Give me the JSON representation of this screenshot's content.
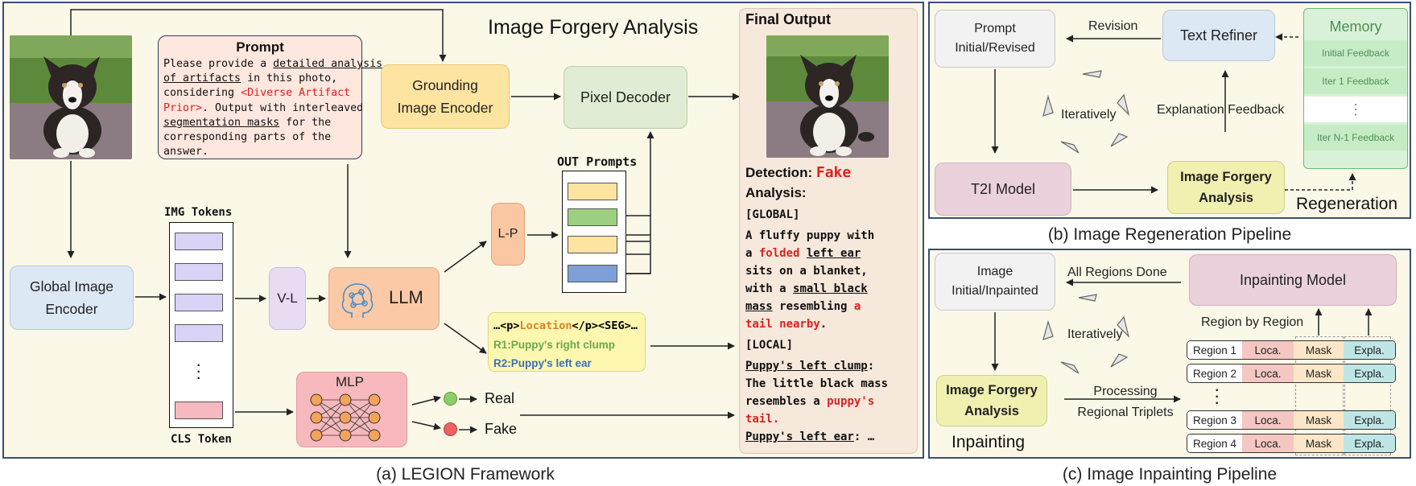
{
  "panel_a": {
    "title": "Image Forgery Analysis",
    "caption": "(a) LEGION Framework",
    "prompt": {
      "heading": "Prompt",
      "lines": [
        [
          {
            "t": "Please provide a "
          },
          {
            "t": "detailed analysis",
            "u": true
          }
        ],
        [
          {
            "t": "of artifacts",
            "u": true
          },
          {
            "t": " in this photo,"
          }
        ],
        [
          {
            "t": "considering "
          },
          {
            "t": "<Diverse Artifact",
            "c": "red"
          }
        ],
        [
          {
            "t": "Prior>",
            "c": "red"
          },
          {
            "t": ". Output with interleaved"
          }
        ],
        [
          {
            "t": "segmentation masks",
            "u": true
          },
          {
            "t": " for the"
          }
        ],
        [
          {
            "t": "corresponding parts of the"
          }
        ],
        [
          {
            "t": "answer."
          }
        ]
      ]
    },
    "grounding_encoder": "Grounding\nImage Encoder",
    "pixel_decoder": "Pixel Decoder",
    "global_encoder": "Global Image\nEncoder",
    "img_tokens_label": "IMG Tokens",
    "cls_token_label": "CLS Token",
    "vl": "V-L",
    "llm": "LLM",
    "lp": "L-P",
    "out_prompts_label": "OUT Prompts",
    "seg_text": {
      "line1_a": "…<p>",
      "line1_b": "Location",
      "line1_c": "</p><SEG>…",
      "r1_label": "R1:",
      "r1_text": "Puppy's right clump",
      "r2_label": "R2:",
      "r2_text": "Puppy's left ear"
    },
    "mlp": "MLP",
    "real": "Real",
    "fake": "Fake",
    "final_output": {
      "title": "Final Output",
      "detection_label": "Detection:",
      "detection_value": "Fake",
      "analysis_label": "Analysis:",
      "global_tag": "[GLOBAL]",
      "global_lines": [
        [
          {
            "t": "A fluffy puppy with"
          }
        ],
        [
          {
            "t": "a "
          },
          {
            "t": "folded",
            "c": "red"
          },
          {
            "t": " "
          },
          {
            "t": "left ear",
            "u": true
          }
        ],
        [
          {
            "t": "sits on a blanket,"
          }
        ],
        [
          {
            "t": "with a "
          },
          {
            "t": "small black",
            "u": true
          }
        ],
        [
          {
            "t": "mass",
            "u": true
          },
          {
            "t": " resembling "
          },
          {
            "t": "a",
            "c": "red"
          }
        ],
        [
          {
            "t": "tail nearby",
            "c": "red"
          },
          {
            "t": "."
          }
        ]
      ],
      "local_tag": "[LOCAL]",
      "local_lines": [
        [
          {
            "t": "Puppy's left clump",
            "u": true
          },
          {
            "t": ":"
          }
        ],
        [
          {
            "t": "The little black mass"
          }
        ],
        [
          {
            "t": "resembles a "
          },
          {
            "t": "puppy's",
            "c": "red"
          }
        ],
        [
          {
            "t": "tail.",
            "c": "red"
          }
        ],
        [
          {
            "t": "Puppy's left ear",
            "u": true
          },
          {
            "t": ": …"
          }
        ]
      ]
    },
    "colors": {
      "bg": "#fcf8e8",
      "border": "#3a4f73",
      "red": "#e02020",
      "green": "#6aa84f",
      "blue": "#3d6fb6"
    }
  },
  "panel_b": {
    "caption": "(b) Image Regeneration Pipeline",
    "prompt_box": "Prompt\nInitial/Revised",
    "revision": "Revision",
    "text_refiner": "Text Refiner",
    "memory": {
      "title": "Memory",
      "items": [
        "Initial Feedback",
        "Iter 1 Feedback",
        "⋮",
        "Iter N-1 Feedback"
      ]
    },
    "iteratively": "Iteratively",
    "explanation_feedback": "Explanation Feedback",
    "t2i": "T2I Model",
    "ifa": "Image Forgery\nAnalysis",
    "regeneration": "Regeneration"
  },
  "panel_c": {
    "caption": "(c) Image Inpainting Pipeline",
    "image_box": "Image\nInitial/Inpainted",
    "all_regions": "All Regions Done",
    "inpainting_model": "Inpainting Model",
    "iteratively": "Iteratively",
    "region_by_region": "Region by Region",
    "ifa": "Image Forgery\nAnalysis",
    "processing": "Processing\nRegional Triplets",
    "inpainting": "Inpainting",
    "regions": [
      {
        "name": "Region 1",
        "loca": "Loca.",
        "mask": "Mask",
        "expla": "Expla."
      },
      {
        "name": "Region 2",
        "loca": "Loca.",
        "mask": "Mask",
        "expla": "Expla."
      },
      {
        "name": "Region 3",
        "loca": "Loca.",
        "mask": "Mask",
        "expla": "Expla."
      },
      {
        "name": "Region 4",
        "loca": "Loca.",
        "mask": "Mask",
        "expla": "Expla."
      }
    ]
  }
}
